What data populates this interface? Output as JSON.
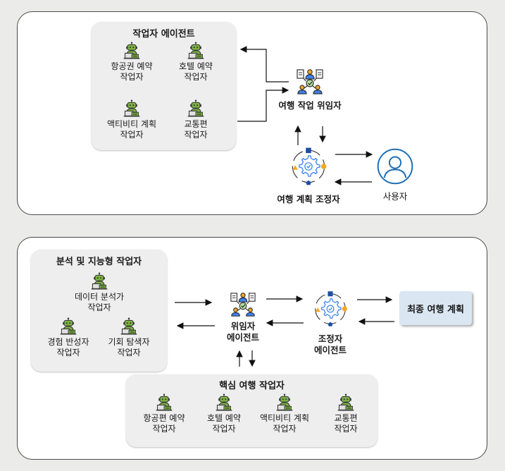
{
  "top": {
    "agents_group": {
      "title": "작업자 에이전트",
      "workers": [
        {
          "label": "항공권 예약\n작업자"
        },
        {
          "label": "호텔 예약\n작업자"
        },
        {
          "label": "액티비티 계획\n작업자"
        },
        {
          "label": "교통편\n작업자"
        }
      ]
    },
    "delegator": {
      "label": "여행 작업 위임자"
    },
    "coordinator": {
      "label": "여행 계획 조정자"
    },
    "user": {
      "label": "사용자"
    }
  },
  "bottom": {
    "analysis_group": {
      "title": "분석 및 지능형 작업자",
      "workers": [
        {
          "label": "데이터 분석가\n작업자"
        },
        {
          "label": "경험 반성자\n작업자"
        },
        {
          "label": "기회 탐색자\n작업자"
        }
      ]
    },
    "delegator": {
      "label": "위임자\n에이전트"
    },
    "coordinator": {
      "label": "조정자\n에이전트"
    },
    "final_plan": {
      "label": "최종 여행 계획"
    },
    "core_group": {
      "title": "핵심 여행 작업자",
      "workers": [
        {
          "label": "항공편 예약\n작업자"
        },
        {
          "label": "호텔 예약\n작업자"
        },
        {
          "label": "액티비티 계획\n작업자"
        },
        {
          "label": "교통편\n작업자"
        }
      ]
    }
  },
  "colors": {
    "robot": "#7cb342",
    "gear": "#3b82f6",
    "accent_orange": "#f5a623",
    "final_box": "#dbe6f3"
  }
}
